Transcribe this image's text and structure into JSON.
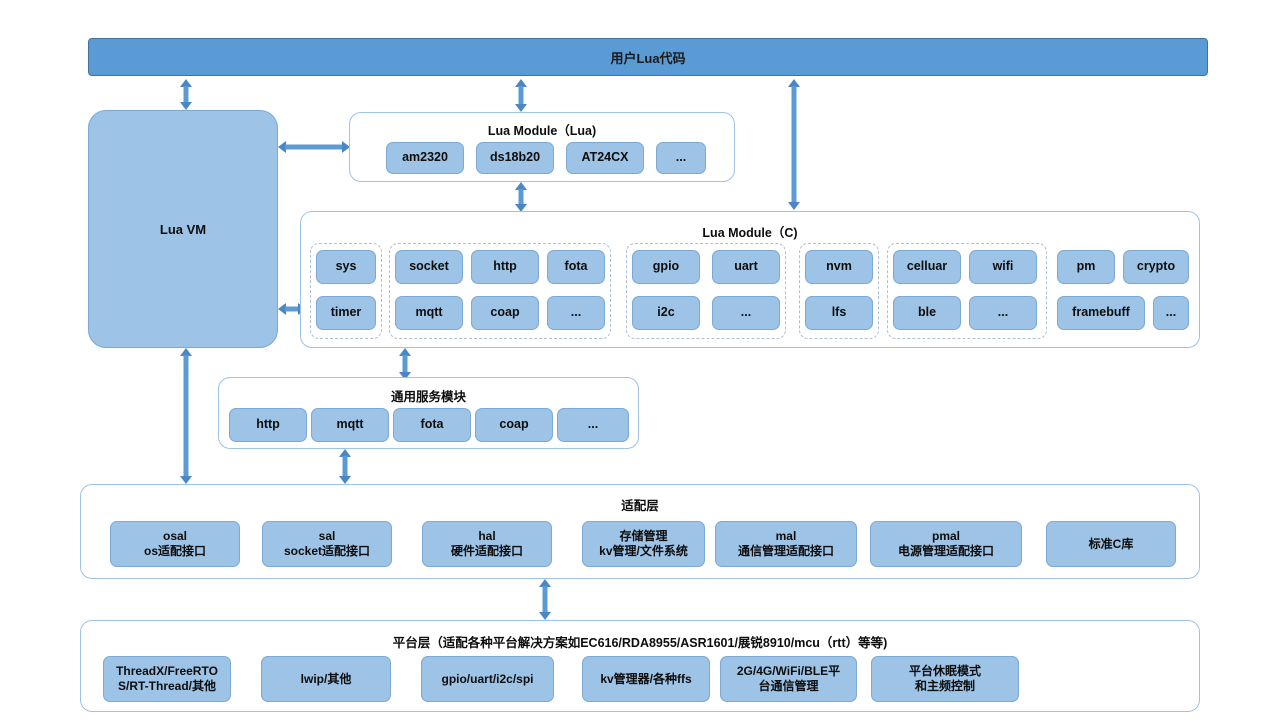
{
  "top_banner": {
    "label": "用户Lua代码"
  },
  "lua_vm": {
    "label": "Lua VM"
  },
  "lua_module_lua": {
    "title": "Lua Module（Lua)",
    "items": [
      "am2320",
      "ds18b20",
      "AT24CX",
      "..."
    ]
  },
  "lua_module_c": {
    "title": "Lua Module（C)",
    "groups": [
      {
        "name": "core",
        "dashed": true,
        "cols": [
          {
            "top": "sys",
            "bottom": "timer"
          }
        ]
      },
      {
        "name": "net",
        "dashed": true,
        "cols": [
          {
            "top": "socket",
            "bottom": "mqtt"
          },
          {
            "top": "http",
            "bottom": "coap"
          },
          {
            "top": "fota",
            "bottom": "..."
          }
        ]
      },
      {
        "name": "periph",
        "dashed": true,
        "cols": [
          {
            "top": "gpio",
            "bottom": "i2c"
          },
          {
            "top": "uart",
            "bottom": "..."
          }
        ]
      },
      {
        "name": "storage",
        "dashed": true,
        "cols": [
          {
            "top": "nvm",
            "bottom": "lfs"
          }
        ]
      },
      {
        "name": "wireless",
        "dashed": true,
        "cols": [
          {
            "top": "celluar",
            "bottom": "ble"
          },
          {
            "top": "wifi",
            "bottom": "..."
          }
        ]
      },
      {
        "name": "misc",
        "dashed": false,
        "cols": [
          {
            "top": "pm",
            "bottom": "framebuff"
          },
          {
            "top": "crypto",
            "bottom": "..."
          }
        ]
      }
    ]
  },
  "common_service": {
    "title": "通用服务模块",
    "items": [
      "http",
      "mqtt",
      "fota",
      "coap",
      "..."
    ]
  },
  "adaptation_layer": {
    "title": "适配层",
    "items": [
      {
        "line1": "osal",
        "line2": "os适配接口"
      },
      {
        "line1": "sal",
        "line2": "socket适配接口"
      },
      {
        "line1": "hal",
        "line2": "硬件适配接口"
      },
      {
        "line1": "存储管理",
        "line2": "kv管理/文件系统"
      },
      {
        "line1": "mal",
        "line2": "通信管理适配接口"
      },
      {
        "line1": "pmal",
        "line2": "电源管理适配接口"
      },
      {
        "line1": "标准C库",
        "line2": ""
      }
    ]
  },
  "platform_layer": {
    "title": "平台层（适配各种平台解决方案如EC616/RDA8955/ASR1601/展锐8910/mcu（rtt）等等)",
    "items": [
      {
        "line1": "ThreadX/FreeRTO",
        "line2": "S/RT-Thread/其他"
      },
      {
        "line1": "lwip/其他",
        "line2": ""
      },
      {
        "line1": "gpio/uart/i2c/spi",
        "line2": ""
      },
      {
        "line1": "kv管理器/各种ffs",
        "line2": ""
      },
      {
        "line1": "2G/4G/WiFi/BLE平",
        "line2": "台通信管理"
      },
      {
        "line1": "平台休眠模式",
        "line2": "和主频控制"
      }
    ]
  },
  "colors": {
    "banner_fill": "#5b9bd5",
    "leaf_fill": "#9dc3e6",
    "outline_stroke": "#9dc3e6",
    "arrow": "#5b9bd5",
    "dashed_stroke": "#aebfd4"
  }
}
